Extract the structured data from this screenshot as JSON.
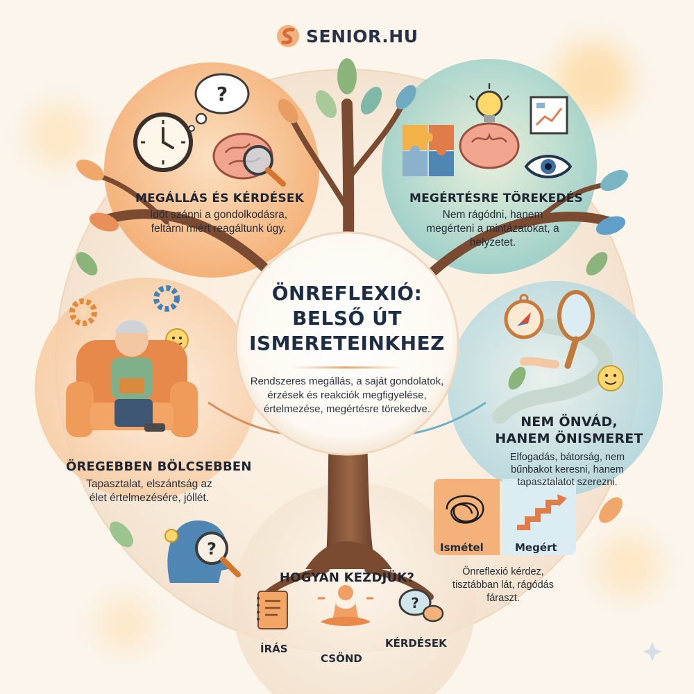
{
  "brand": {
    "name": "SENIOR.HU"
  },
  "center": {
    "title_lines": [
      "ÖNREFLEXIÓ:",
      "BELSŐ ÚT",
      "ISMERETEINKHEZ"
    ],
    "description": "Rendszeres megállás, a saját gondolatok, érzések és reakciók megfigyelése, értelmezése, megértésre törekedve."
  },
  "sections": {
    "pause": {
      "title": "MEGÁLLÁS ÉS KÉRDÉSEK",
      "text": "Időt szánni a gondolkodásra, feltárni miért reagáltunk úgy."
    },
    "understand": {
      "title": "MEGÉRTÉSRE TÖREKEDÉS",
      "text": "Nem rágódni, hanem megérteni a mintázatokat, a helyzetet."
    },
    "older": {
      "title": "ÖREGEBBEN BÖLCSEBBEN",
      "text": "Tapasztalat, elszántság az élet értelmezésére, jóllét."
    },
    "selfknowledge": {
      "title_lines": [
        "NEM ÖNVÁD,",
        "HANEM ÖNISMERET"
      ],
      "text": "Elfogadás, bátorság, nem bűnbakot keresni, hanem tapasztalatot szerezni."
    },
    "howto": {
      "title": "HOGYAN KEZDJÜK?",
      "items": [
        "ÍRÁS",
        "CSÖND",
        "KÉRDÉSEK"
      ]
    },
    "compare": {
      "left_label": "Ismétel",
      "right_label": "Megért",
      "text": "Önreflexió kérdez, tisztábban lát, rágódás fáraszt."
    }
  },
  "colors": {
    "orange": "#f2a35f",
    "teal": "#7dbfc0",
    "blue": "#5a9fcf",
    "trunk": "#8a5a3c",
    "leaf_green": "#7fb07a",
    "text_dark": "#1e2430"
  },
  "icons": [
    "logo-icon",
    "clock-icon",
    "thought-bubble-question-icon",
    "brain-magnifier-icon",
    "puzzle-icon",
    "lightbulb-brain-icon",
    "chart-board-icon",
    "eye-icon",
    "gear-icon",
    "smiley-icon",
    "compass-icon",
    "mirror-icon",
    "scribble-icon",
    "stairs-arrow-icon",
    "head-question-icon",
    "notebook-icon",
    "meditation-icon",
    "chat-question-icon",
    "leaf-icon",
    "sparkle-icon"
  ]
}
